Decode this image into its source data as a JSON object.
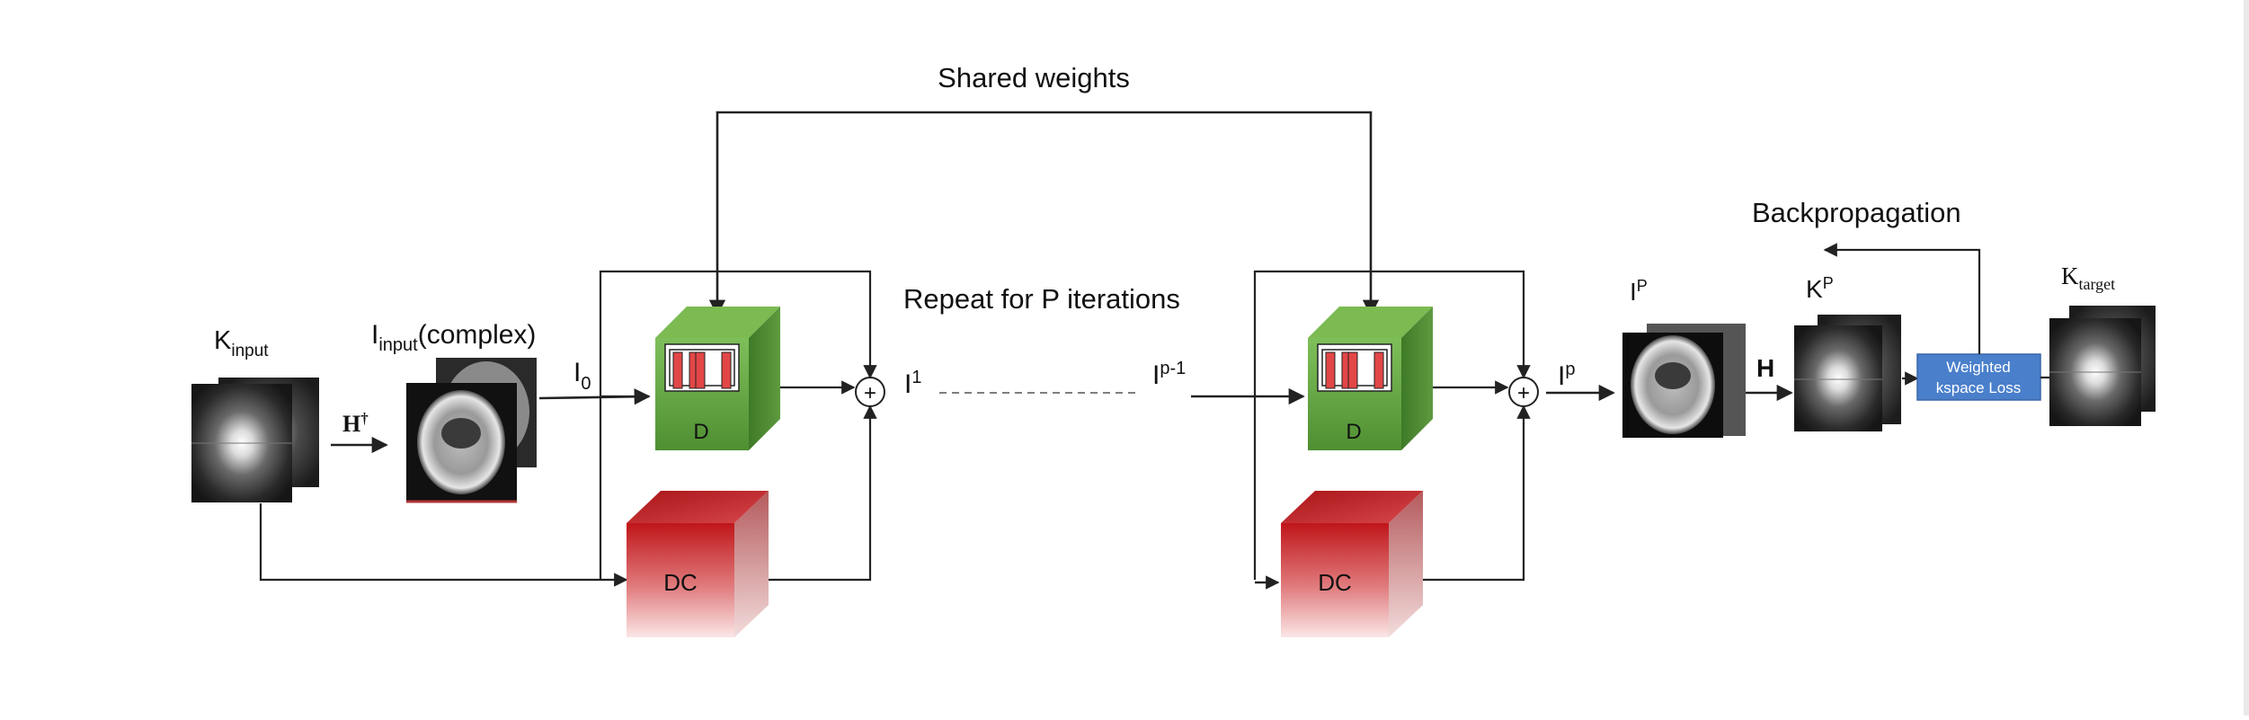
{
  "title": "Shared weights",
  "repeat_label": "Repeat for P iterations",
  "backprop_label": "Backpropagation",
  "inputs": {
    "k_input": {
      "base": "K",
      "sub": "input"
    },
    "i_input": {
      "base": "I",
      "sub": "input",
      "suffix": "(complex)"
    },
    "i0": {
      "base": "I",
      "sub": "0"
    }
  },
  "operators": {
    "h_adjoint": {
      "base": "H",
      "sup": "†"
    },
    "h": "H"
  },
  "iterates": {
    "i1": {
      "base": "I",
      "sup": "1"
    },
    "ip_minus_1": {
      "base": "I",
      "sup": "p-1"
    },
    "ip": {
      "base": "I",
      "sup": "p"
    },
    "ip_image": {
      "base": "I",
      "sup": "P"
    },
    "kp": {
      "base": "K",
      "sup": "P"
    },
    "k_target": {
      "base": "K",
      "sub": "target"
    }
  },
  "blocks": {
    "d_label": "D",
    "dc_label": "DC",
    "plus_symbol": "+",
    "loss_line1": "Weighted",
    "loss_line2": "kspace Loss"
  },
  "colors": {
    "d_block": "#5f9c3f",
    "dc_block": "#c41a1a",
    "loss_box": "#4a7fcb",
    "line": "#222222"
  }
}
